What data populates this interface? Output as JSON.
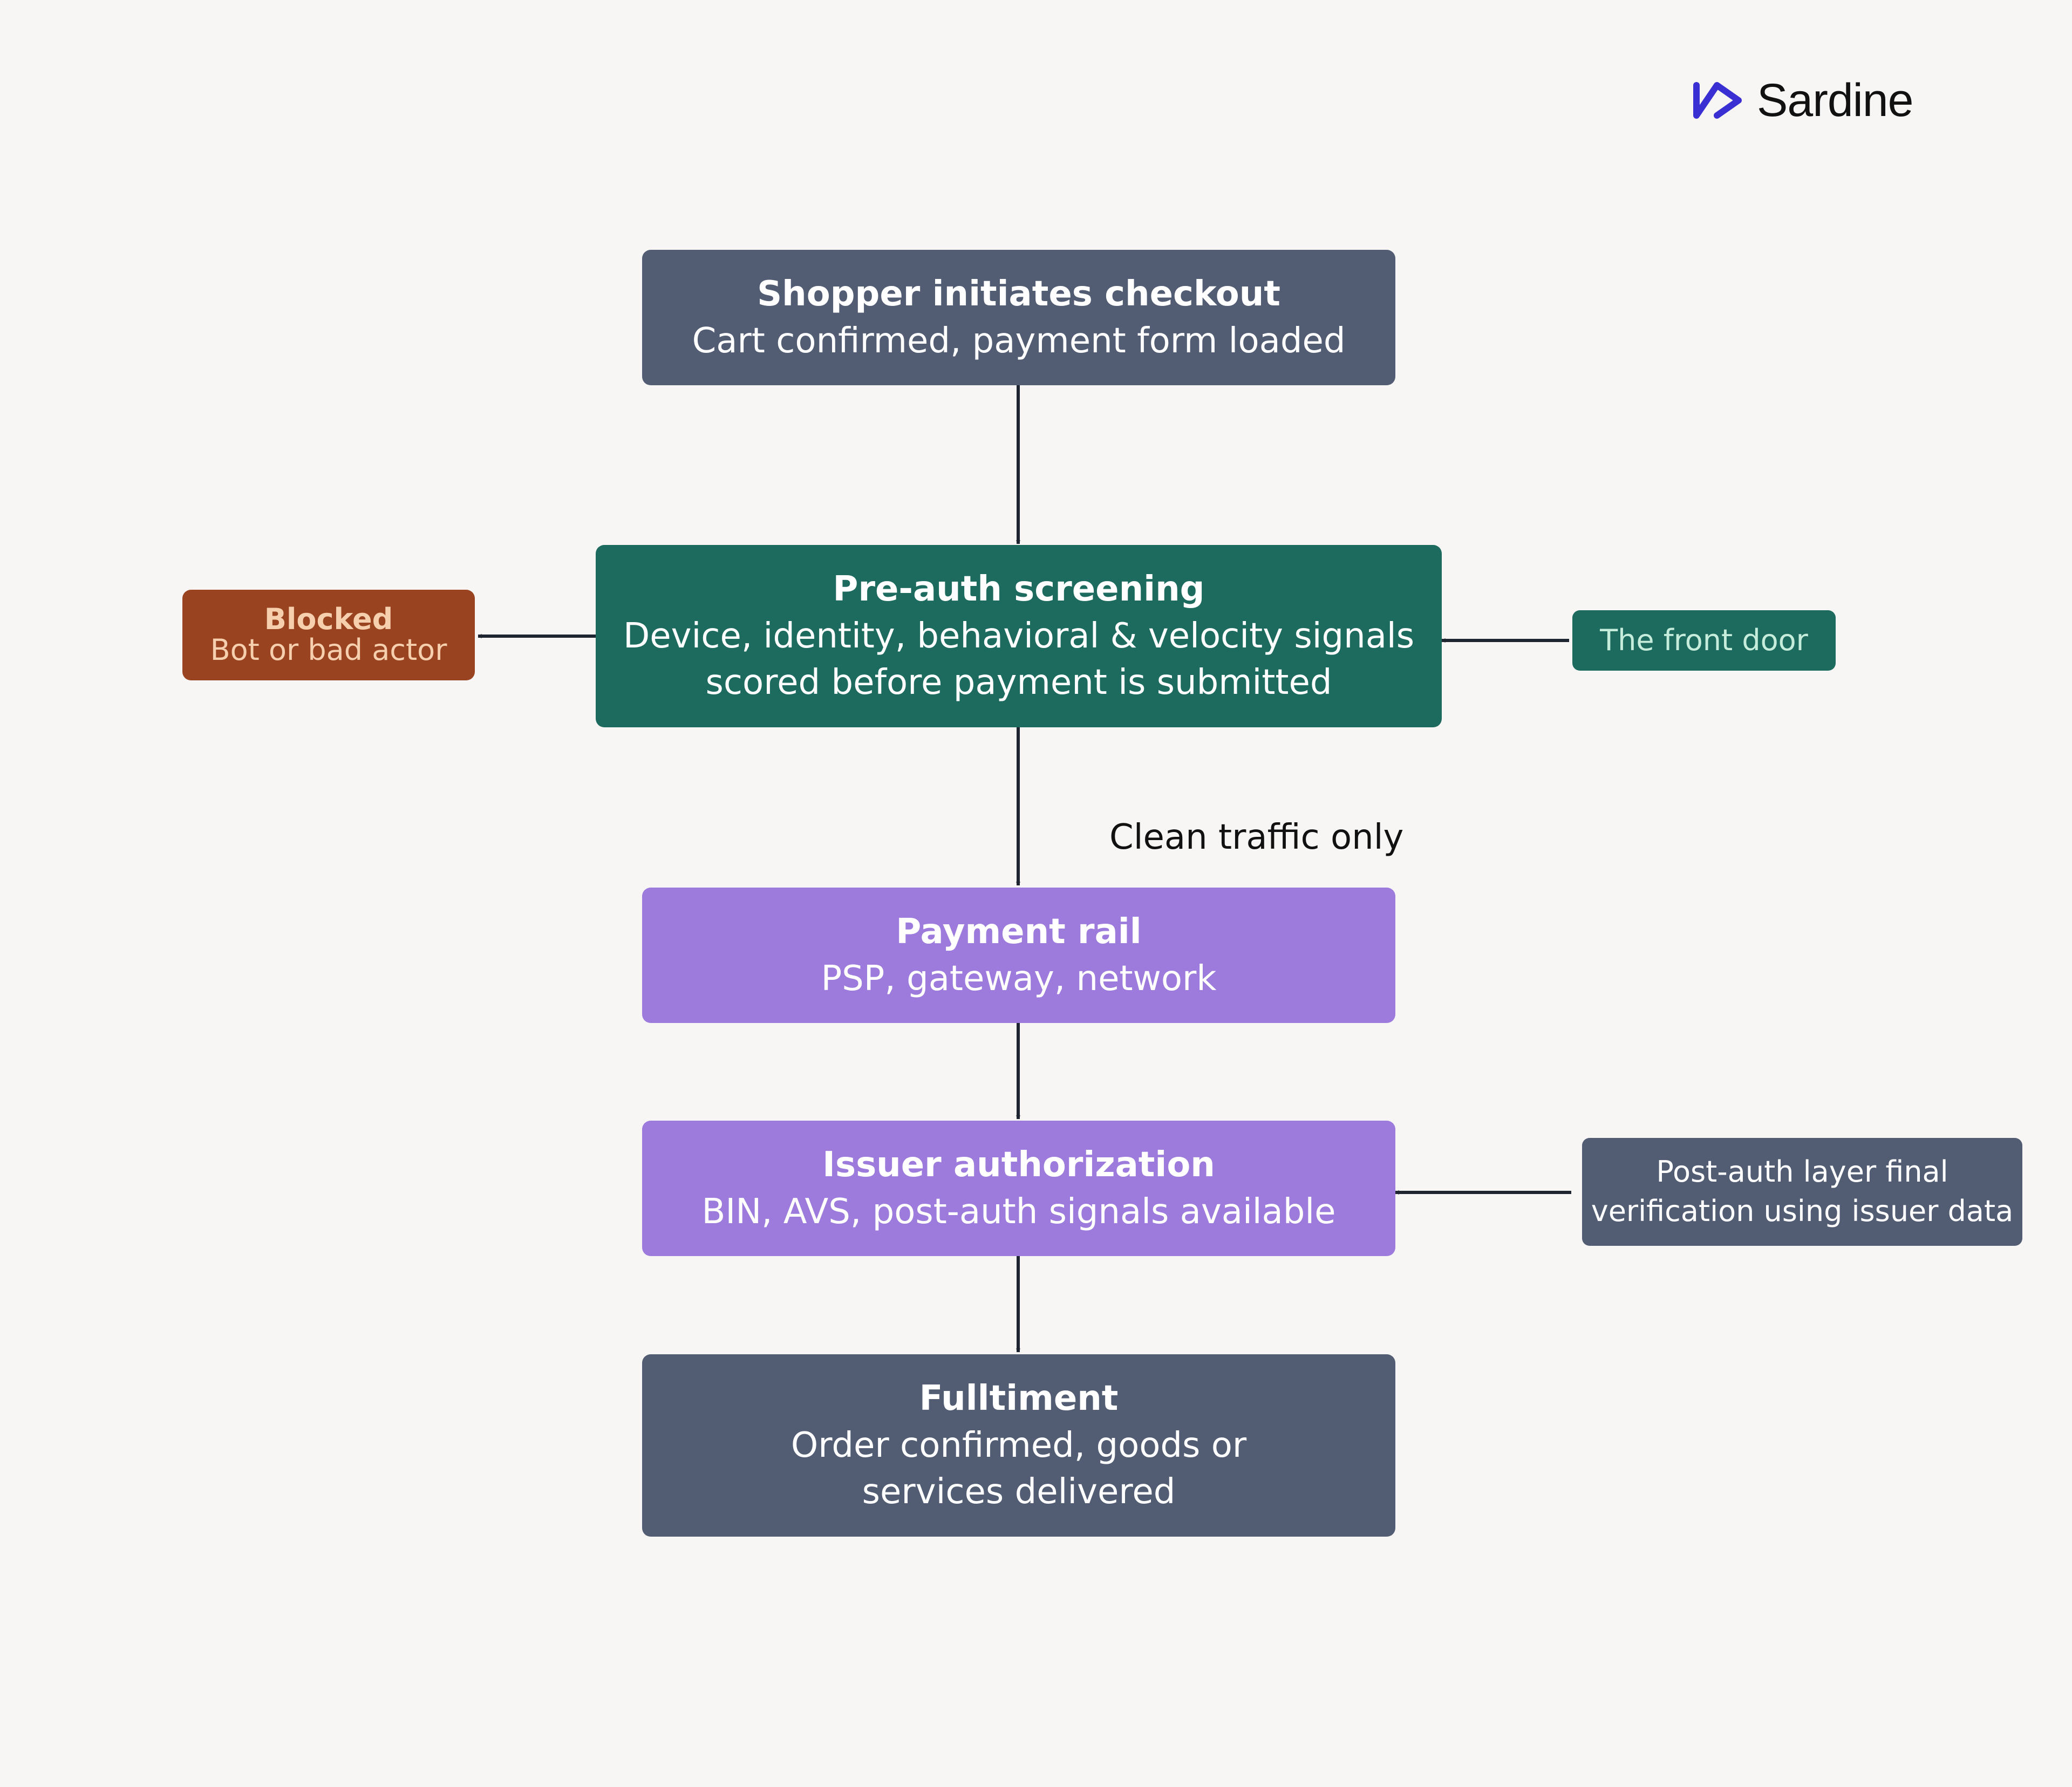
{
  "brand": {
    "name": "Sardine",
    "logo_icon": "sardine-logo-icon",
    "logo_color": "#3a2fd3"
  },
  "colors": {
    "slate": "#525c72",
    "teal": "#1c6b5e",
    "violet": "#9c7bdc",
    "rust": "#9a4320",
    "connector": "#1f2530",
    "background": "#f7f6f5"
  },
  "nodes": {
    "checkout": {
      "title": "Shopper initiates checkout",
      "desc": "Cart confirmed, payment form loaded"
    },
    "preauth": {
      "title": "Pre-auth screening",
      "desc_line1": "Device, identity, behavioral & velocity signals",
      "desc_line2": "scored before payment is submitted"
    },
    "payment_rail": {
      "title": "Payment rail",
      "desc": "PSP, gateway, network"
    },
    "issuer": {
      "title": "Issuer authorization",
      "desc": "BIN, AVS, post-auth signals available"
    },
    "fulfilment": {
      "title": "Fulltiment",
      "desc_line1": "Order confirmed, goods or",
      "desc_line2": "services delivered"
    },
    "blocked": {
      "title": "Blocked",
      "desc": "Bot or bad actor"
    },
    "front_door": {
      "label": "The front door"
    },
    "post_auth": {
      "line1": "Post-auth layer final",
      "line2": "verification using issuer data"
    }
  },
  "edges": {
    "preauth_to_rail_label": "Clean traffic only"
  }
}
